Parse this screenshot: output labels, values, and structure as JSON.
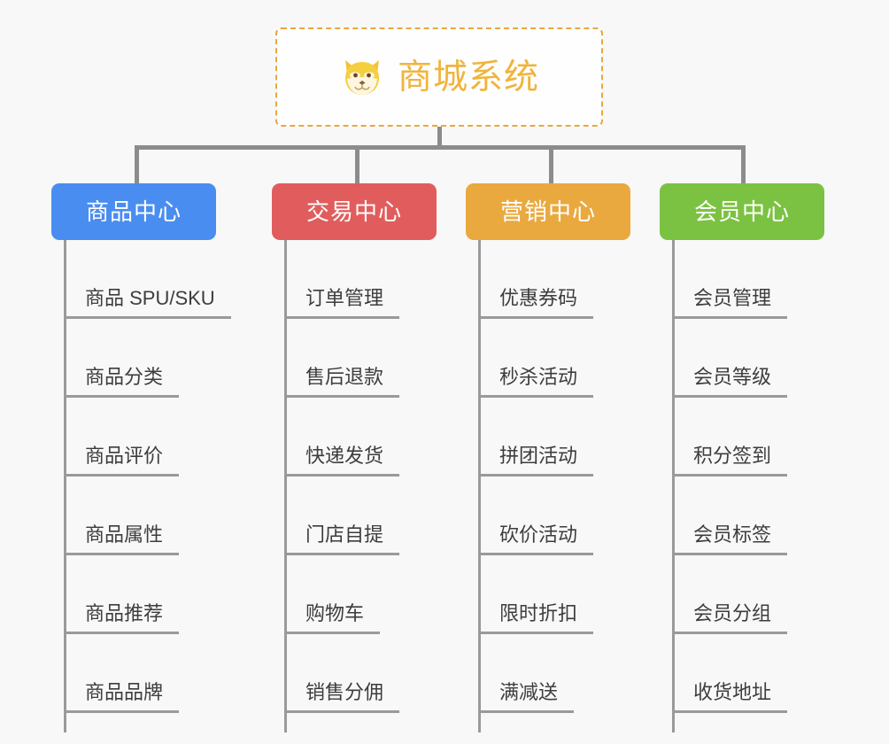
{
  "background_color": "#f8f8f8",
  "root": {
    "title": "商城系统",
    "icon": "shiba-dog-face-emoji",
    "text_color": "#f0b43c",
    "border_color": "#eaa73e"
  },
  "connector_color": "#8c8c8c",
  "columns": [
    {
      "title": "商品中心",
      "color": "#4a8df0",
      "items": [
        "商品 SPU/SKU",
        "商品分类",
        "商品评价",
        "商品属性",
        "商品推荐",
        "商品品牌"
      ]
    },
    {
      "title": "交易中心",
      "color": "#e15d5d",
      "items": [
        "订单管理",
        "售后退款",
        "快递发货",
        "门店自提",
        "购物车",
        "销售分佣"
      ]
    },
    {
      "title": "营销中心",
      "color": "#eaa93f",
      "items": [
        "优惠券码",
        "秒杀活动",
        "拼团活动",
        "砍价活动",
        "限时折扣",
        "满减送"
      ]
    },
    {
      "title": "会员中心",
      "color": "#7cc242",
      "items": [
        "会员管理",
        "会员等级",
        "积分签到",
        "会员标签",
        "会员分组",
        "收货地址"
      ]
    }
  ]
}
